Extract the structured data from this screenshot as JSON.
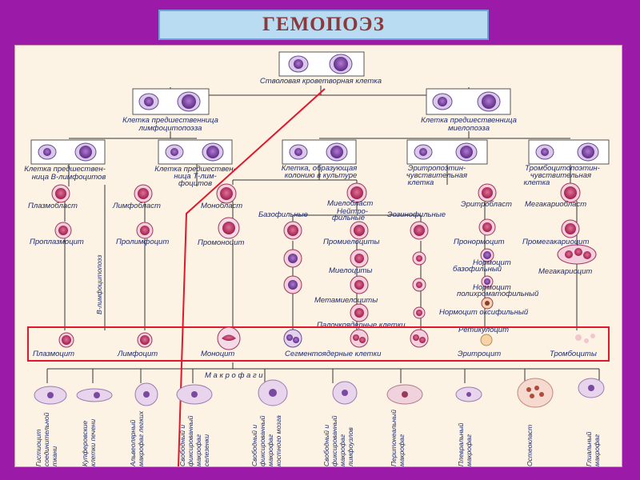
{
  "title": "ГЕМОПОЭЗ",
  "colors": {
    "background": "#9b1aa8",
    "panel": "#fdf3e4",
    "title_fill": "#b9dcf3",
    "title_text": "#8a3a3a",
    "highlight": "#e3162b",
    "cell_nucleus": "#7a3fa0",
    "red_cell": "#c2325a"
  },
  "stem": {
    "label": "Стволовая кроветворная клетка"
  },
  "progenitors": {
    "lymphopoiesis": [
      "Клетка предшественница",
      "лимфоцитопоэза"
    ],
    "myelopoiesis": [
      "Клетка предшественница",
      "миелопоэза"
    ]
  },
  "precursors": {
    "b_lymph": [
      "Клетка предшествен-",
      "ница В-лимфоцитов"
    ],
    "t_lymph": [
      "Клетка предшествен-",
      "ница Т-лим-",
      "фоцитов"
    ],
    "cfu": [
      "Клетка, образующая",
      "колонию в культуре"
    ],
    "erythro": [
      "Эритропоэтин-",
      "чувствительная",
      "клетка"
    ],
    "thrombo": [
      "Тромбоцитопоэтин-",
      "чувствительная",
      "клетка"
    ]
  },
  "blasts": {
    "plasmoblast": "Плазмобласт",
    "lymphoblast": "Лимфобласт",
    "monoblast": "Монобласт",
    "myeloblast": "Миелобласт",
    "erythroblast": "Эритробласт",
    "megakaryoblast": "Мегакариобласт"
  },
  "granulocyte_lines": {
    "basophilic": "Базофильные",
    "neutrophilic": [
      "Нейтро-",
      "фильные"
    ],
    "eosinophilic": "Эозинофильные"
  },
  "stages": {
    "proplasmocyte": "Проплазмоцит",
    "prolymphocyte": "Пролимфоцит",
    "promonocyte": "Промоноцит",
    "promyelocytes": "Промиелоциты",
    "myelocytes": "Миелоциты",
    "metamyelocytes": "Метамиелоциты",
    "band_cells": "Палочкоядерные клетки",
    "pronormocyte": "Пронормоцит",
    "normocyte_basophilic": [
      "Нормоцит",
      "базофильный"
    ],
    "normocyte_polychromatophilic": [
      "Нормоцит",
      "полихроматофильный"
    ],
    "normocyte_oxyphilic": "Нормоцит оксифильный",
    "reticulocyte": "Ретикулоцит",
    "promegakaryocyte": "Промегакариоцит",
    "megakaryocyte": "Мегакариоцит",
    "b_lymphopoiesis": "В-лимфоцитопоэз"
  },
  "mature": {
    "plasmocyte": "Плазмоцит",
    "lymphocyte": "Лимфоцит",
    "monocyte": "Моноцит",
    "segmented": "Сегментоядерные клетки",
    "erythrocyte": "Эритроцит",
    "platelets": "Тромбоциты"
  },
  "macrophages": {
    "header": "М а к р о ф а г и",
    "items": [
      [
        "Гистиоцит",
        "соединительной",
        "ткани"
      ],
      [
        "Купферовские",
        "клетки печени"
      ],
      [
        "Альвеолярный",
        "макрофаг легких"
      ],
      [
        "Свободный и",
        "фиксированный",
        "макрофаг",
        "селезенки"
      ],
      [
        "Свободный и",
        "фиксированный",
        "макрофаг",
        "костного мозга"
      ],
      [
        "Свободный и",
        "фиксированный",
        "макрофаг",
        "лимфоузлов"
      ],
      [
        "Перитонеальный",
        "макрофаг"
      ],
      [
        "Плевральный",
        "макрофаг"
      ],
      [
        "Остеокласт"
      ],
      [
        "Глиальный",
        "макрофаг"
      ]
    ]
  }
}
